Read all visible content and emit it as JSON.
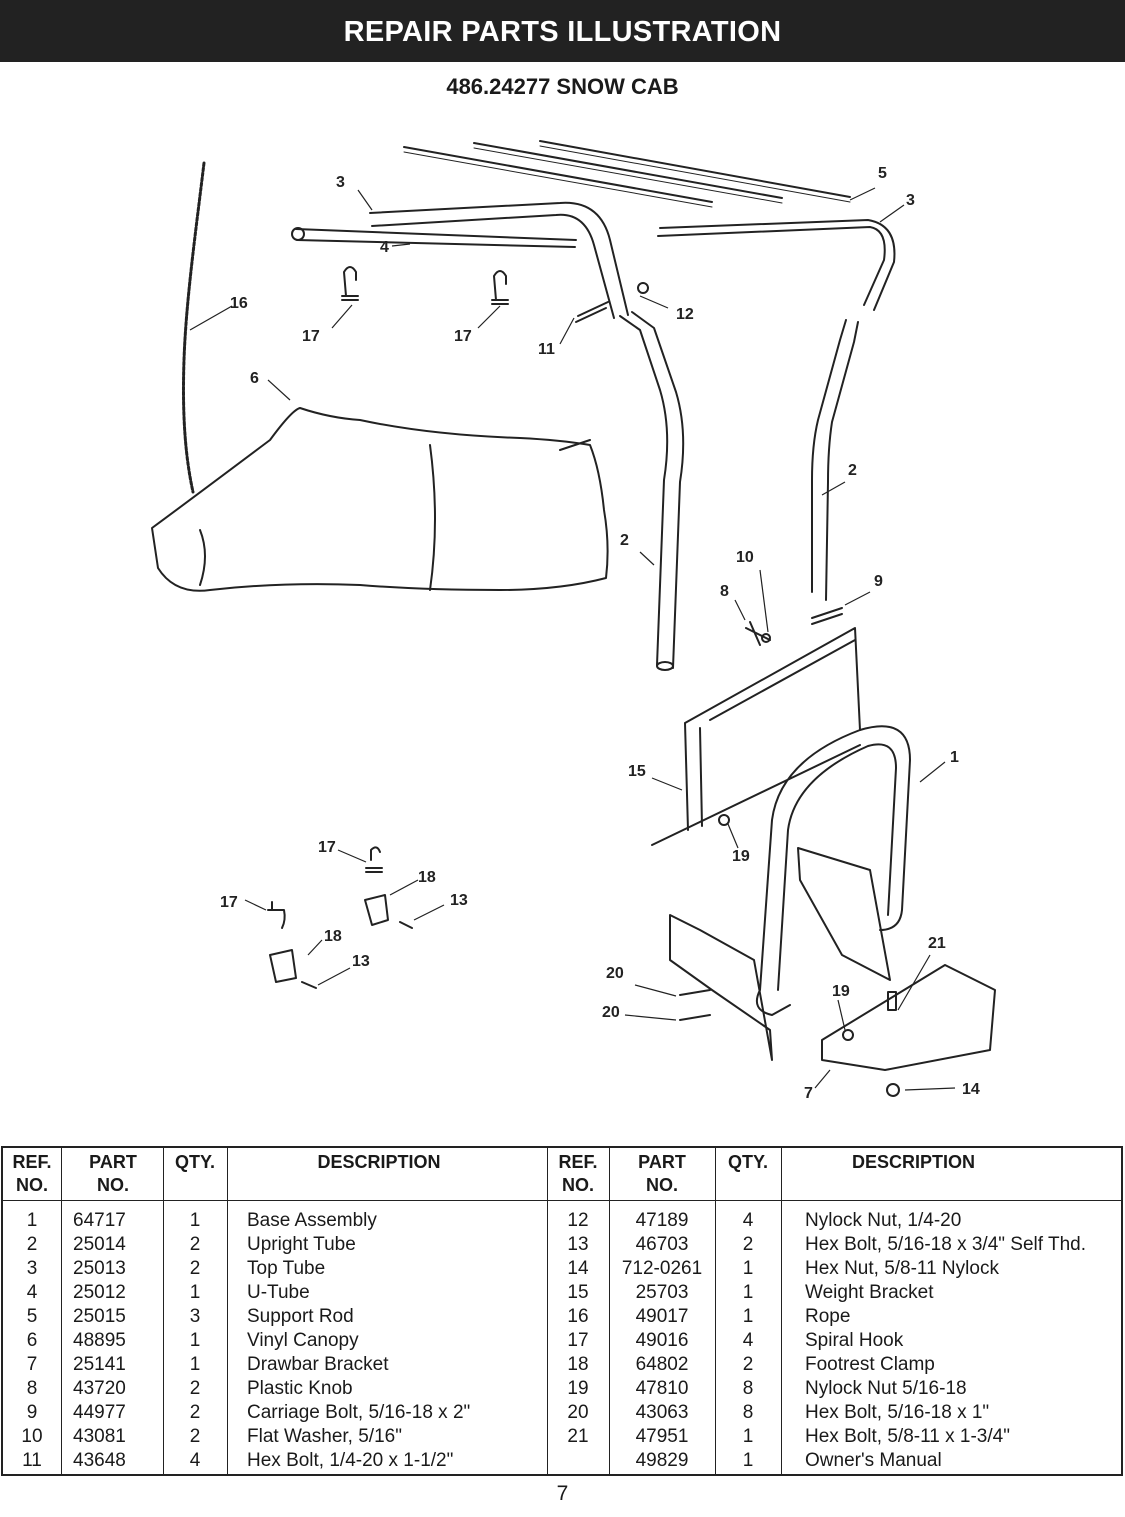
{
  "header": {
    "title": "REPAIR PARTS ILLUSTRATION"
  },
  "subtitle": "486.24277 SNOW CAB",
  "callouts": [
    "1",
    "2",
    "2",
    "3",
    "3",
    "4",
    "5",
    "6",
    "7",
    "8",
    "9",
    "10",
    "11",
    "12",
    "13",
    "13",
    "14",
    "15",
    "16",
    "17",
    "17",
    "17",
    "17",
    "18",
    "18",
    "19",
    "19",
    "20",
    "20",
    "21"
  ],
  "table": {
    "headers": {
      "ref_line1": "REF.",
      "ref_line2": "NO.",
      "part_line1": "PART",
      "part_line2": "NO.",
      "qty": "QTY.",
      "description": "DESCRIPTION"
    },
    "left": [
      {
        "ref": "1",
        "part": "64717",
        "qty": "1",
        "desc": "Base Assembly"
      },
      {
        "ref": "2",
        "part": "25014",
        "qty": "2",
        "desc": "Upright Tube"
      },
      {
        "ref": "3",
        "part": "25013",
        "qty": "2",
        "desc": "Top Tube"
      },
      {
        "ref": "4",
        "part": "25012",
        "qty": "1",
        "desc": "U-Tube"
      },
      {
        "ref": "5",
        "part": "25015",
        "qty": "3",
        "desc": "Support Rod"
      },
      {
        "ref": "6",
        "part": "48895",
        "qty": "1",
        "desc": "Vinyl Canopy"
      },
      {
        "ref": "7",
        "part": "25141",
        "qty": "1",
        "desc": "Drawbar Bracket"
      },
      {
        "ref": "8",
        "part": "43720",
        "qty": "2",
        "desc": "Plastic Knob"
      },
      {
        "ref": "9",
        "part": "44977",
        "qty": "2",
        "desc": "Carriage Bolt, 5/16-18 x 2\""
      },
      {
        "ref": "10",
        "part": "43081",
        "qty": "2",
        "desc": "Flat Washer, 5/16\""
      },
      {
        "ref": "11",
        "part": "43648",
        "qty": "4",
        "desc": "Hex Bolt, 1/4-20 x 1-1/2\""
      }
    ],
    "right": [
      {
        "ref": "12",
        "part": "47189",
        "qty": "4",
        "desc": "Nylock Nut, 1/4-20"
      },
      {
        "ref": "13",
        "part": "46703",
        "qty": "2",
        "desc": "Hex Bolt, 5/16-18 x 3/4\" Self Thd."
      },
      {
        "ref": "14",
        "part": "712-0261",
        "qty": "1",
        "desc": "Hex Nut, 5/8-11 Nylock"
      },
      {
        "ref": "15",
        "part": "25703",
        "qty": "1",
        "desc": "Weight Bracket"
      },
      {
        "ref": "16",
        "part": "49017",
        "qty": "1",
        "desc": "Rope"
      },
      {
        "ref": "17",
        "part": "49016",
        "qty": "4",
        "desc": "Spiral Hook"
      },
      {
        "ref": "18",
        "part": "64802",
        "qty": "2",
        "desc": "Footrest Clamp"
      },
      {
        "ref": "19",
        "part": "47810",
        "qty": "8",
        "desc": "Nylock Nut 5/16-18"
      },
      {
        "ref": "20",
        "part": "43063",
        "qty": "8",
        "desc": "Hex Bolt, 5/16-18 x 1\""
      },
      {
        "ref": "21",
        "part": "47951",
        "qty": "1",
        "desc": "Hex Bolt, 5/8-11 x 1-3/4\""
      },
      {
        "part": "49829",
        "qty": "1",
        "desc": "Owner's Manual"
      }
    ]
  },
  "page_number": "7"
}
